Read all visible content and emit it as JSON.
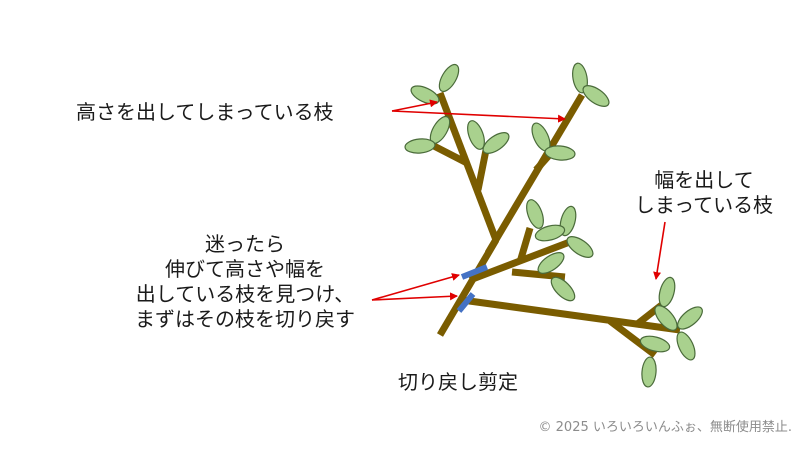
{
  "labels": {
    "height_branches": "高さを出してしまっている枝",
    "width_branches": [
      "幅を出して",
      "しまっている枝"
    ],
    "advice": [
      "迷ったら",
      "伸びて高さや幅を",
      "出している枝を見つけ、",
      "まずはその枝を切り戻す"
    ],
    "caption": "切り戻し剪定"
  },
  "copyright": "© 2025 いろいろいんふぉ、無断使用禁止.",
  "colors": {
    "branch": "#7a5c00",
    "leaf_fill": "#a9d18e",
    "leaf_stroke": "#4a6b3a",
    "cut_mark": "#4472c4",
    "arrow": "#e00000",
    "background": "#ffffff"
  }
}
